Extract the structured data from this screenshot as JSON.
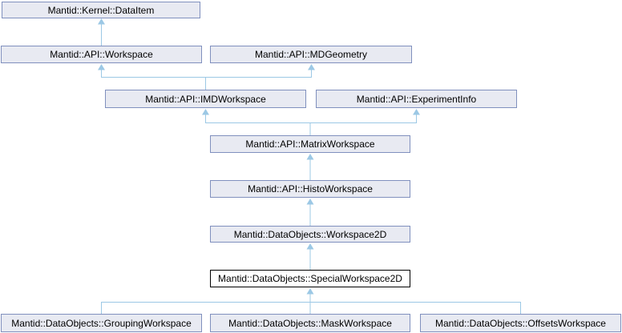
{
  "diagram": {
    "type": "class-inheritance-graph",
    "focus_class": "Mantid::DataObjects::SpecialWorkspace2D",
    "colors": {
      "node_fill": "#e8eaf2",
      "node_border": "#8090be",
      "highlight_node_fill": "#ffffff",
      "highlight_node_border": "#000000",
      "edge": "#9cc8e5",
      "text": "#000000",
      "background": "#ffffff"
    },
    "nodes": [
      {
        "id": "dataitem",
        "label": "Mantid::Kernel::DataItem"
      },
      {
        "id": "workspace",
        "label": "Mantid::API::Workspace"
      },
      {
        "id": "mdgeometry",
        "label": "Mantid::API::MDGeometry"
      },
      {
        "id": "imdworkspace",
        "label": "Mantid::API::IMDWorkspace"
      },
      {
        "id": "experimentinfo",
        "label": "Mantid::API::ExperimentInfo"
      },
      {
        "id": "matrixworkspace",
        "label": "Mantid::API::MatrixWorkspace"
      },
      {
        "id": "histoworkspace",
        "label": "Mantid::API::HistoWorkspace"
      },
      {
        "id": "workspace2d",
        "label": "Mantid::DataObjects::Workspace2D"
      },
      {
        "id": "specialworkspace2d",
        "label": "Mantid::DataObjects::SpecialWorkspace2D",
        "highlighted": true
      },
      {
        "id": "groupingworkspace",
        "label": "Mantid::DataObjects::GroupingWorkspace"
      },
      {
        "id": "maskworkspace",
        "label": "Mantid::DataObjects::MaskWorkspace"
      },
      {
        "id": "offsetsworkspace",
        "label": "Mantid::DataObjects::OffsetsWorkspace"
      }
    ],
    "edges": [
      {
        "derived": "Mantid::API::Workspace",
        "base": "Mantid::Kernel::DataItem"
      },
      {
        "derived": "Mantid::API::IMDWorkspace",
        "base": "Mantid::API::Workspace"
      },
      {
        "derived": "Mantid::API::IMDWorkspace",
        "base": "Mantid::API::MDGeometry"
      },
      {
        "derived": "Mantid::API::MatrixWorkspace",
        "base": "Mantid::API::IMDWorkspace"
      },
      {
        "derived": "Mantid::API::MatrixWorkspace",
        "base": "Mantid::API::ExperimentInfo"
      },
      {
        "derived": "Mantid::API::HistoWorkspace",
        "base": "Mantid::API::MatrixWorkspace"
      },
      {
        "derived": "Mantid::DataObjects::Workspace2D",
        "base": "Mantid::API::HistoWorkspace"
      },
      {
        "derived": "Mantid::DataObjects::SpecialWorkspace2D",
        "base": "Mantid::DataObjects::Workspace2D"
      },
      {
        "derived": "Mantid::DataObjects::GroupingWorkspace",
        "base": "Mantid::DataObjects::SpecialWorkspace2D"
      },
      {
        "derived": "Mantid::DataObjects::MaskWorkspace",
        "base": "Mantid::DataObjects::SpecialWorkspace2D"
      },
      {
        "derived": "Mantid::DataObjects::OffsetsWorkspace",
        "base": "Mantid::DataObjects::SpecialWorkspace2D"
      }
    ]
  }
}
